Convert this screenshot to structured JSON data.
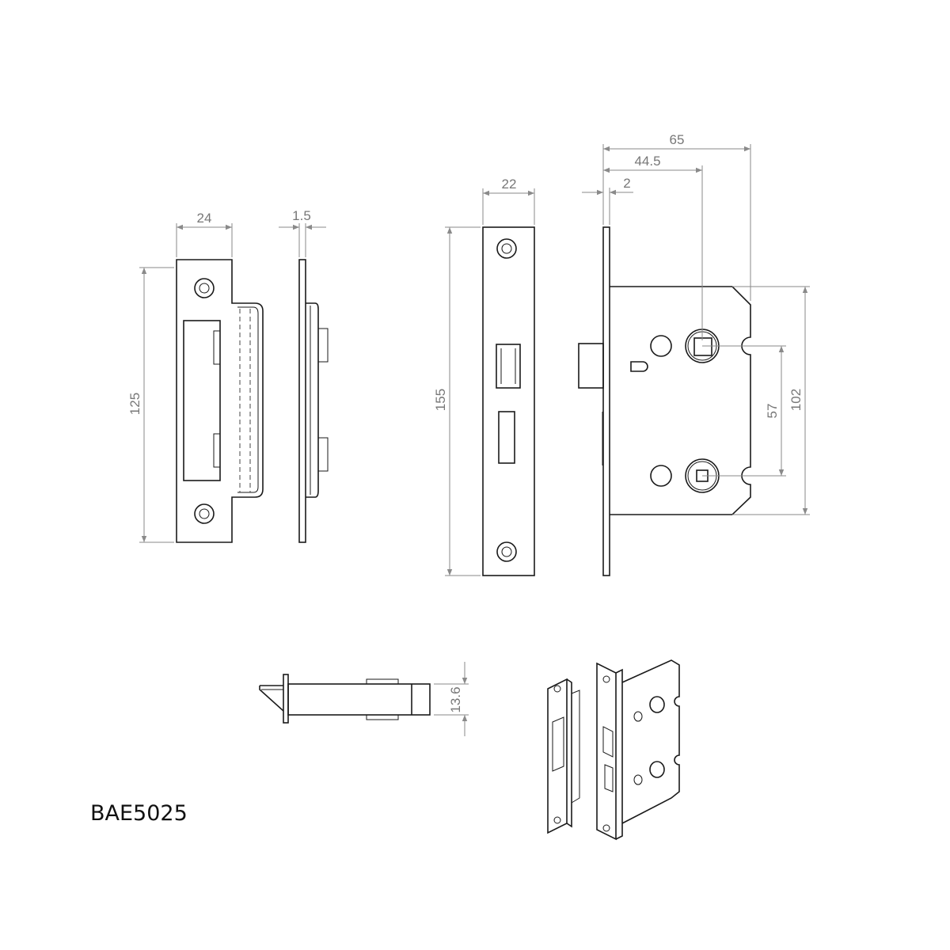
{
  "product_code": "BAE5025",
  "strike_plate": {
    "width": "24",
    "thickness": "1.5",
    "height": "125"
  },
  "forend": {
    "width": "22",
    "height": "155"
  },
  "lock_case": {
    "overall_depth": "65",
    "backset": "44.5",
    "forend_offset": "2",
    "case_height": "102",
    "centres": "57"
  },
  "latch_bolt": {
    "height": "13.6"
  },
  "colors": {
    "line": "#1a1a1a",
    "dimension": "#8a8a8a"
  }
}
